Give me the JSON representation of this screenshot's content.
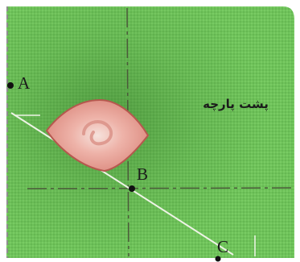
{
  "colors": {
    "fabric": "#6fc35a",
    "fabric_dark": "#4a9a3a",
    "guide_line": "#4b5a3a",
    "diagonal": "#eef3e6",
    "patch_border": "#b5584e",
    "patch_fill": "#e49a90",
    "patch_center": "#f4d7d0",
    "point": "#111111"
  },
  "diagram": {
    "fabric_side_label": "پشت پارچه",
    "points": {
      "a": "A",
      "b": "B",
      "c": "C"
    }
  }
}
